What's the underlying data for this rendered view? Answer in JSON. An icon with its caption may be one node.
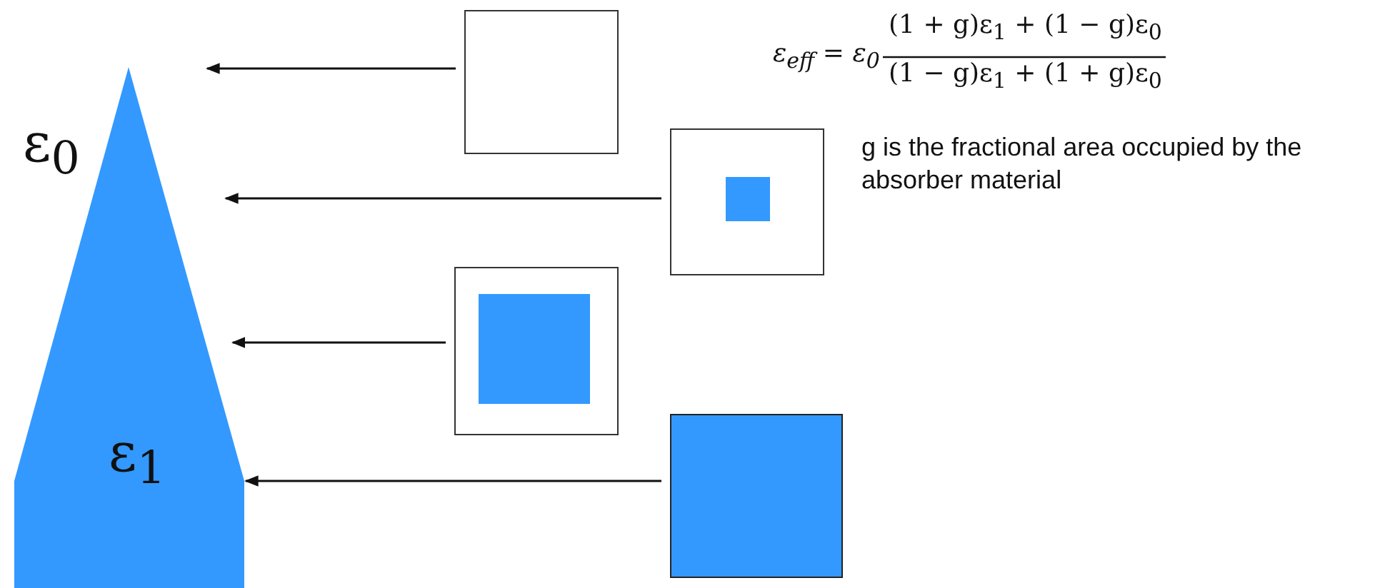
{
  "diagram": {
    "nodes": [
      {
        "text": [
          "ε$_{1}$"
        ]
      },
      {
        "text": [],
        "shape": "box"
      },
      {
        "text": [],
        "shape": "box"
      },
      {
        "text": [],
        "shape": "box",
        "in": 2
      },
      {
        "text": [],
        "shape": "box"
      },
      {
        "text": [],
        "shape": "box",
        "in": 4
      },
      {
        "text": [],
        "shape": "box"
      }
    ],
    "edges": [
      {
        "from": 1,
        "to": null,
        "arrow": "to"
      },
      {
        "from": 2,
        "to": null,
        "arrow": "to"
      },
      {
        "from": 4,
        "to": 0,
        "arrow": "to"
      },
      {
        "from": 6,
        "to": 0,
        "arrow": "to"
      }
    ],
    "labels": [
      "ε$_{0}$",
      "ε$_{eff}$ = ε$_{0}$",
      "(1 + g)ε$_{1}$ + (1 − g)ε$_{0}$",
      "(1 − g)ε$_{1}$ + (1 + g)ε$_{0}$",
      "g is the fractional area occupied by the absorber material"
    ]
  }
}
